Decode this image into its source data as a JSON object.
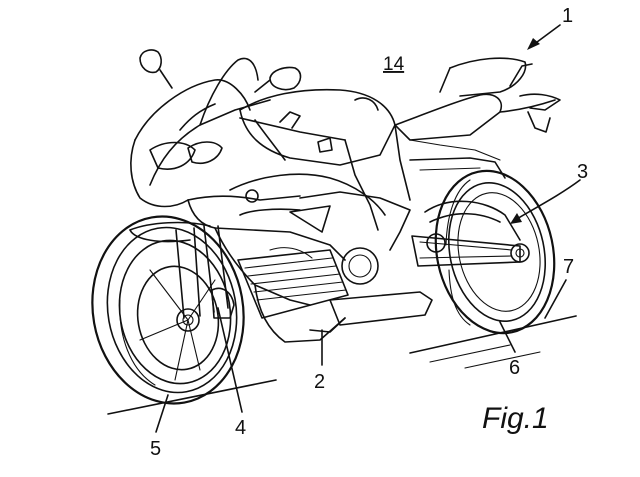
{
  "figure": {
    "caption": "Fig.1",
    "reference_numerals": {
      "n1": "1",
      "n2": "2",
      "n3": "3",
      "n4": "4",
      "n5": "5",
      "n6": "6",
      "n7": "7",
      "n14": "14"
    }
  }
}
